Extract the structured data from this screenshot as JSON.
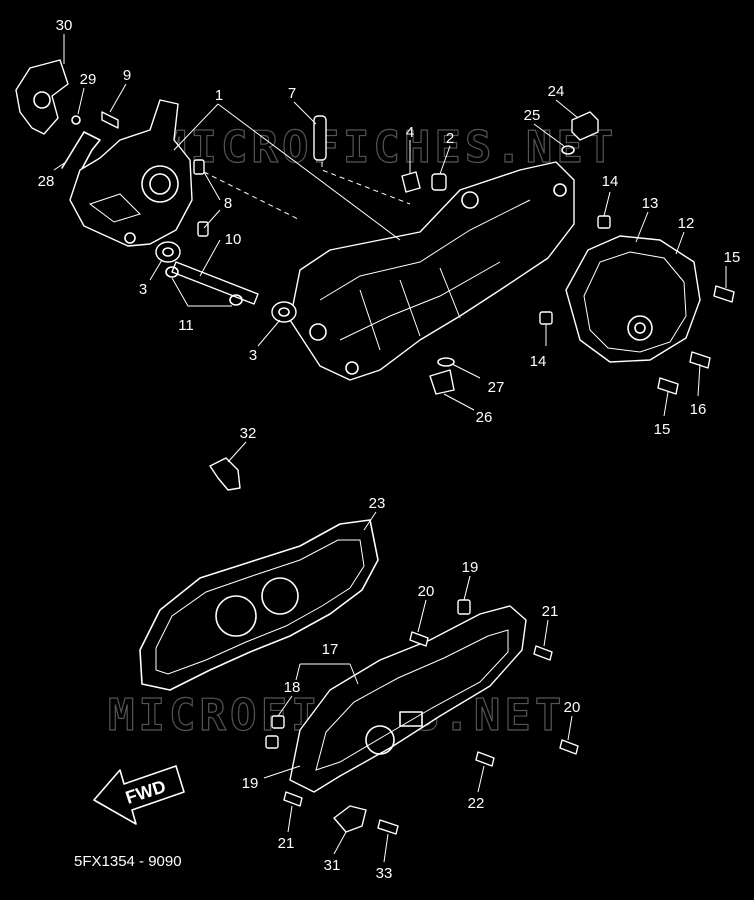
{
  "watermark": "MICROFICHES.NET",
  "diagram_code": "5FX1354 - 9090",
  "direction_label": "FWD",
  "callouts": [
    {
      "label": "30"
    },
    {
      "label": "29"
    },
    {
      "label": "9"
    },
    {
      "label": "1"
    },
    {
      "label": "7"
    },
    {
      "label": "4"
    },
    {
      "label": "2"
    },
    {
      "label": "24"
    },
    {
      "label": "25"
    },
    {
      "label": "28"
    },
    {
      "label": "8"
    },
    {
      "label": "10"
    },
    {
      "label": "3"
    },
    {
      "label": "11"
    },
    {
      "label": "3"
    },
    {
      "label": "14"
    },
    {
      "label": "13"
    },
    {
      "label": "12"
    },
    {
      "label": "15"
    },
    {
      "label": "14"
    },
    {
      "label": "27"
    },
    {
      "label": "26"
    },
    {
      "label": "16"
    },
    {
      "label": "15"
    },
    {
      "label": "32"
    },
    {
      "label": "23"
    },
    {
      "label": "19"
    },
    {
      "label": "20"
    },
    {
      "label": "21"
    },
    {
      "label": "17"
    },
    {
      "label": "18"
    },
    {
      "label": "20"
    },
    {
      "label": "19"
    },
    {
      "label": "22"
    },
    {
      "label": "21"
    },
    {
      "label": "31"
    },
    {
      "label": "33"
    }
  ]
}
